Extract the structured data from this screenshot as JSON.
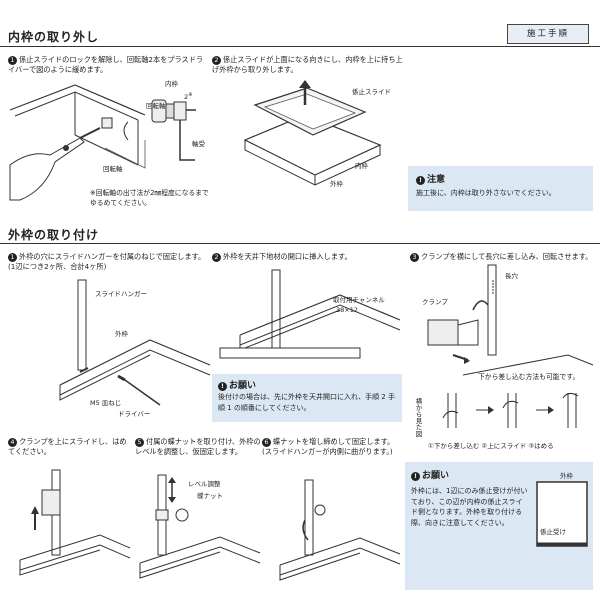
{
  "header": {
    "badge": "施工手順",
    "section1_title": "内枠の取り外し",
    "section2_title": "外枠の取り付け"
  },
  "removal": {
    "step1_num": "1",
    "step1_text": "係止スライドのロックを解除し、回転軸2本をプラスドライバーで図のように緩めます。",
    "step2_num": "2",
    "step2_text": "係止スライドが上面になる向きにし、内枠を上に持ち上げ外枠から取り外します。",
    "labels": {
      "inner_frame": "内枠",
      "dim": "2",
      "dim_unit": "※",
      "rotation_axis_a": "回転軸",
      "rotation_axis_b": "回転軸",
      "bearing": "軸受",
      "stop_slide": "係止スライド",
      "inner_frame2": "内枠",
      "outer_frame": "外枠"
    },
    "note": "※回転軸の出寸法が2㎜程度になるまでゆるめてください。",
    "caution_title": "注意",
    "caution_text": "施工後に、内枠は取り外さないでください。"
  },
  "install": {
    "step1_num": "1",
    "step1_text": "外枠の穴にスライドハンガーを付属のねじで固定します。(1辺につき2ヶ所、合計4ヶ所)",
    "step2_num": "2",
    "step2_text": "外枠を天井下地材の開口に挿入します。",
    "step3_num": "3",
    "step3_text": "クランプを横にして長穴に差し込み、回転させます。",
    "step4_num": "4",
    "step4_text": "クランプを上にスライドし、はめてください。",
    "step5_num": "5",
    "step5_text": "付属の蝶ナットを取り付け、外枠のレベルを調整し、仮固定します。",
    "step6_num": "6",
    "step6_text": "蝶ナットを増し締めして固定します。(スライドハンガーが内側に曲がります。)",
    "labels": {
      "slide_hanger": "スライドハンガー",
      "outer_frame": "外枠",
      "screw": "M5 皿ねじ",
      "driver": "ドライバー",
      "channel": "取付用チャンネル",
      "channel_size": "38×12",
      "long_hole": "長穴",
      "clamp": "クランプ",
      "from_below": "下から差し込む方法も可能です。",
      "side_view": "横から見た図",
      "seq": "①下から差し込む ②上にスライド ③はめる",
      "level_adjust": "レベル調整",
      "wing_nut": "蝶ナット",
      "stop_receiver": "係止受け",
      "outer_frame2": "外枠"
    },
    "request1_title": "お願い",
    "request1_text": "後付けの場合は、先に外枠を天井開口に入れ、手順 2 手順 1 の順番にしてください。",
    "request2_title": "お願い",
    "request2_text": "外枠には、1辺にのみ係止受けが付いており、この辺が内枠の係止スライド側となります。外枠を取り付ける際、向きに注意してください。"
  }
}
